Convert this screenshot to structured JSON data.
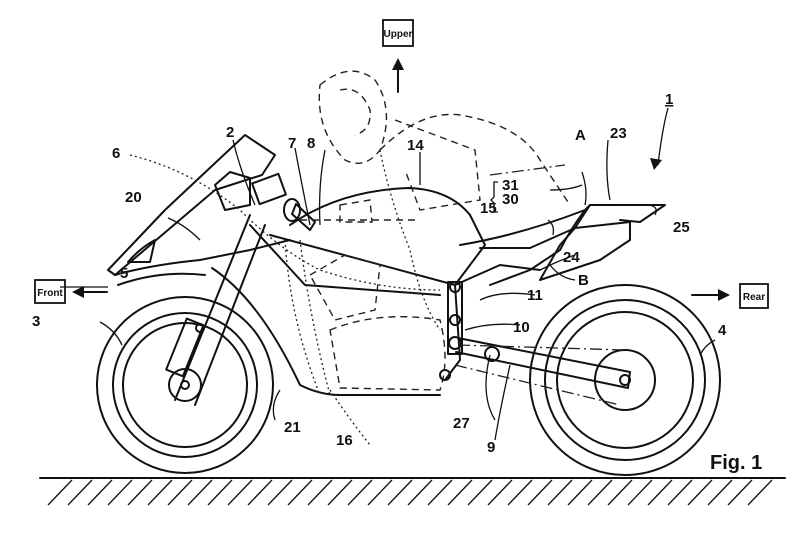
{
  "figure": {
    "title": "Fig. 1",
    "subject": "motorcycle side view patent drawing"
  },
  "directions": {
    "upper": "Upper",
    "front": "Front",
    "rear": "Rear"
  },
  "reference_numerals": {
    "vehicle": "1",
    "r2": "2",
    "r3": "3",
    "r4": "4",
    "r5": "5",
    "r6": "6",
    "r7": "7",
    "r8": "8",
    "r9": "9",
    "r10": "10",
    "r11": "11",
    "r14": "14",
    "r15": "15",
    "r16": "16",
    "r20": "20",
    "r21": "21",
    "r23": "23",
    "r24": "24",
    "r25": "25",
    "r27": "27",
    "r30": "30",
    "r31": "31",
    "A": "A",
    "B": "B"
  }
}
